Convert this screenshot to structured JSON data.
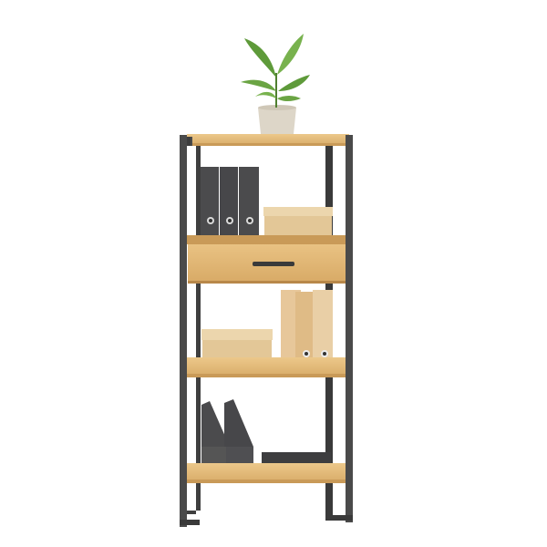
{
  "image": {
    "subject": "bookshelf-with-drawer",
    "background_color": "#ffffff"
  },
  "colors": {
    "wood": "#e2b978",
    "wood_edge": "#c99a58",
    "wood_dark": "#b8884a",
    "frame": "#4a4a4a",
    "frame_dark": "#3a3a3a",
    "binder_dark": "#4b4b4d",
    "binder_light": "#e7c79a",
    "box": "#e3c797",
    "box_lid": "#ecd6ad",
    "pot": "#ddd6c8",
    "leaf": "#5e9a3a",
    "leaf_light": "#78b24e",
    "handle": "#3a3a3a"
  },
  "icons": {
    "plant": "potted-plant",
    "drawer_handle": "bar-handle"
  }
}
